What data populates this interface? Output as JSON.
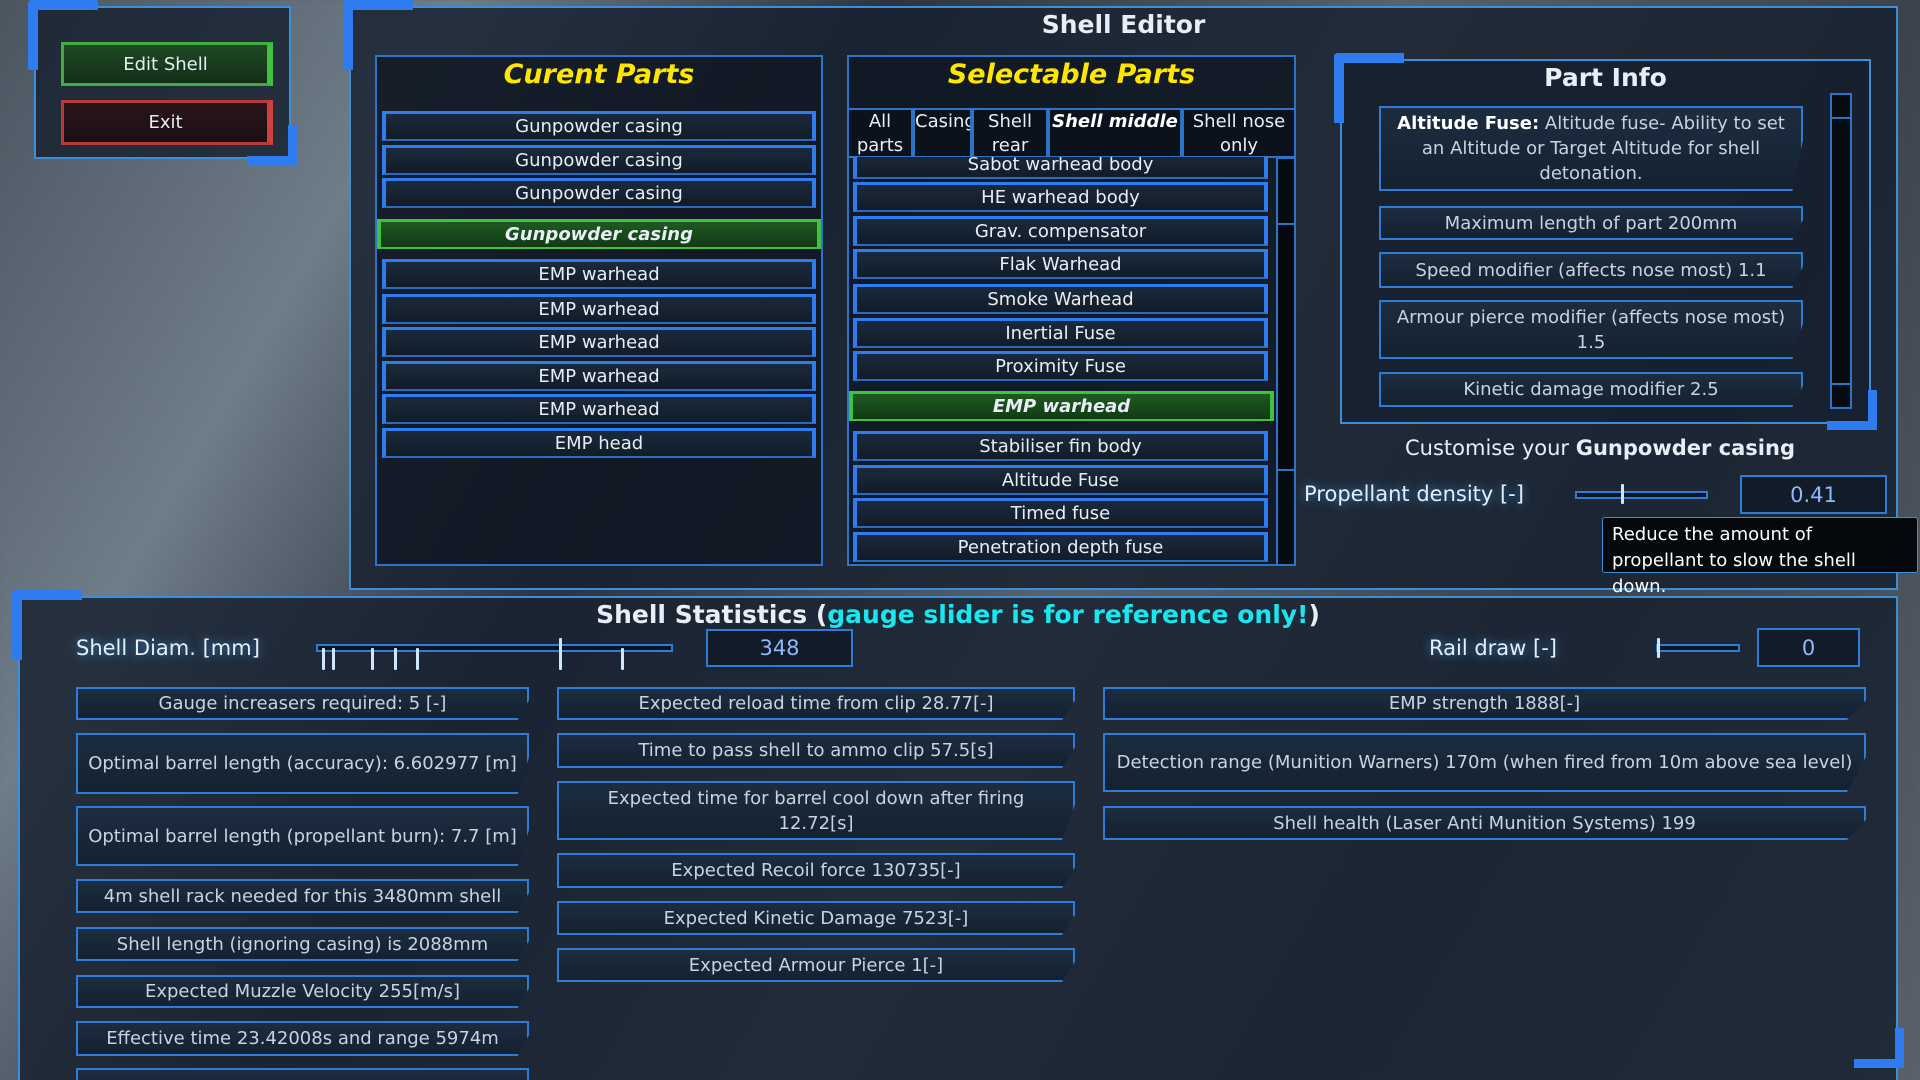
{
  "menu": {
    "edit_shell": "Edit Shell",
    "exit": "Exit"
  },
  "editor": {
    "title": "Shell Editor",
    "current_parts": {
      "title": "Curent Parts",
      "items": [
        "Gunpowder casing",
        "Gunpowder casing",
        "Gunpowder casing",
        "Gunpowder casing",
        "EMP warhead",
        "EMP warhead",
        "EMP warhead",
        "EMP warhead",
        "EMP warhead",
        "EMP head"
      ],
      "selected_index": 3
    },
    "selectable_parts": {
      "title": "Selectable Parts",
      "tabs": [
        "All parts",
        "Casing",
        "Shell rear only",
        "Shell middle",
        "Shell nose only"
      ],
      "active_tab": 3,
      "items": [
        "Sabot warhead body",
        "HE warhead body",
        "Grav. compensator",
        "Flak Warhead",
        "Smoke Warhead",
        "Inertial Fuse",
        "Proximity Fuse",
        "EMP warhead",
        "Stabiliser fin body",
        "Altitude Fuse",
        "Timed fuse",
        "Penetration depth fuse"
      ],
      "selected_index": 7
    },
    "part_info": {
      "title": "Part Info",
      "name": "Altitude Fuse:",
      "description": "Altitude fuse- Ability to set an Altitude or Target Altitude for shell detonation.",
      "stats": [
        "Maximum length of part 200mm",
        "Speed modifier (affects nose most) 1.1",
        "Armour pierce modifier (affects nose most) 1.5",
        "Kinetic damage modifier 2.5"
      ]
    },
    "customise": {
      "prefix": "Customise your",
      "part": "Gunpowder casing",
      "propellant_label": "Propellant density [-]",
      "propellant_value": "0.41",
      "propellant_fraction": 0.41,
      "tooltip": "Reduce the amount of propellant to slow the shell down."
    }
  },
  "stats": {
    "title": "Shell Statistics (",
    "title_note": "gauge slider is for reference only!",
    "title_end": ")",
    "diam_label": "Shell Diam. [mm]",
    "diam_value": "348",
    "rail_label": "Rail draw [-]",
    "rail_value": "0",
    "col1": [
      "Gauge increasers required: 5 [-]",
      "Optimal barrel length (accuracy): 6.602977 [m]",
      "Optimal barrel length (propellant burn): 7.7 [m]",
      "4m shell rack needed for this 3480mm shell",
      "Shell length (ignoring casing) is 2088mm",
      "Expected Muzzle Velocity 255[m/s]",
      "Effective time 23.42008s and range 5974m",
      ""
    ],
    "col2": [
      "Expected reload time from clip 28.77[-]",
      "Time to pass shell to ammo clip 57.5[s]",
      "Expected time for barrel cool down after firing 12.72[s]",
      "Expected Recoil force 130735[-]",
      "Expected Kinetic Damage 7523[-]",
      "Expected Armour Pierce 1[-]"
    ],
    "col3": [
      "EMP strength 1888[-]",
      "Detection range (Munition Warners) 170m (when fired from 10m above sea level)",
      "Shell health (Laser Anti Munition Systems) 199"
    ]
  },
  "colors": {
    "accent": "#2f7cf0",
    "title_yellow": "#ffe600",
    "note_cyan": "#19e6ee",
    "selected_green": "#3fc23f",
    "exit_red": "#d04040"
  }
}
